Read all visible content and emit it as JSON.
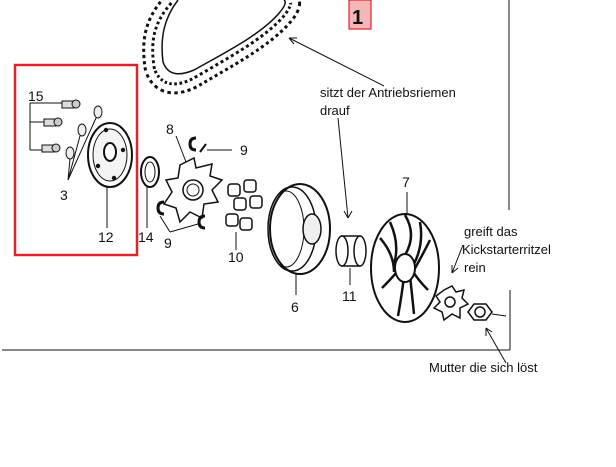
{
  "badge": "1",
  "part_numbers": {
    "p1": "15",
    "p2": "3",
    "p3": "12",
    "p4": "14",
    "p5": "8",
    "p6": "9",
    "p7": "9",
    "p8": "10",
    "p9": "6",
    "p10": "7",
    "p11": "11"
  },
  "annotations": {
    "belt": [
      "sitzt der Antriebsriemen",
      "drauf"
    ],
    "kick": [
      "greift das",
      "Kickstarterritzel",
      "rein"
    ],
    "nut": "Mutter die sich löst"
  },
  "colors": {
    "highlight_box": "#e0232b",
    "badge_fill": "#f4b6b6",
    "badge_border": "#e0232b",
    "line": "#111111"
  }
}
